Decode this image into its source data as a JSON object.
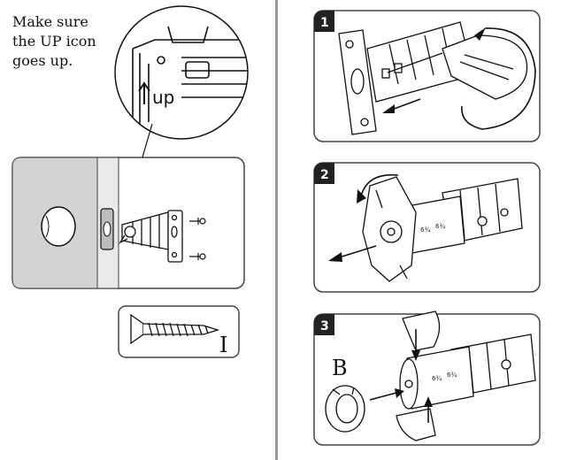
{
  "left_panel": {
    "instruction_lines": [
      "Make sure",
      "the UP icon",
      "goes up."
    ],
    "zoom_callout_text": "up",
    "screw_label": "I"
  },
  "right_panel": {
    "steps": [
      {
        "number": "1"
      },
      {
        "number": "2"
      },
      {
        "number": "3",
        "part_label": "B"
      }
    ]
  },
  "colors": {
    "line": "#111111",
    "door_fill": "#d3d3d3",
    "badge_fill": "#222222",
    "divider": "#9a9a9a",
    "panel_border": "#444444"
  }
}
